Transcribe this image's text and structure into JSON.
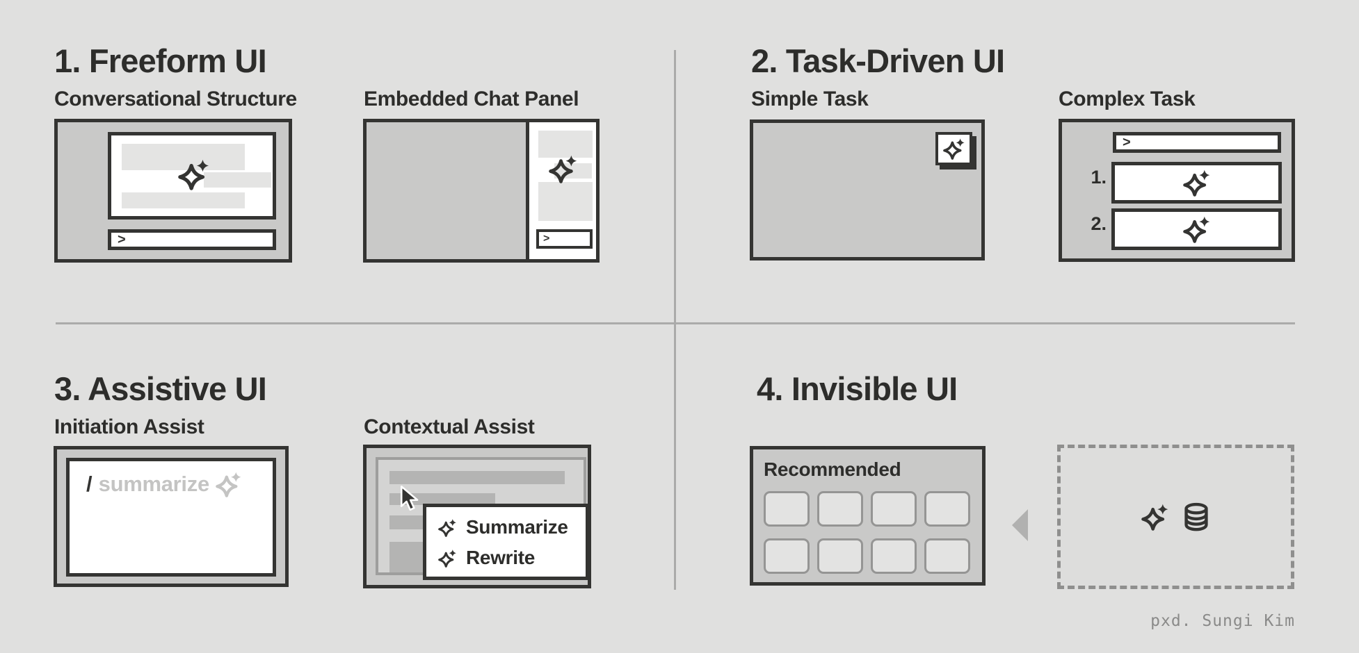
{
  "credit": "pxd. Sungi Kim",
  "colors": {
    "background": "#e0e0df",
    "ink": "#343432",
    "box_fill": "#c9c9c8",
    "divider": "#ababaa",
    "muted_text": "#c4c4c3"
  },
  "icons": {
    "sparkle": "✦",
    "database": "⛁",
    "cursor": "➤",
    "prev_triangle": "◀"
  },
  "sections": {
    "freeform": {
      "title": "1. Freeform UI",
      "conversational": {
        "label": "Conversational Structure",
        "prompt_glyph": ">"
      },
      "embedded": {
        "label": "Embedded Chat Panel",
        "prompt_glyph": ">"
      }
    },
    "task_driven": {
      "title": "2. Task-Driven UI",
      "simple": {
        "label": "Simple Task"
      },
      "complex": {
        "label": "Complex Task",
        "prompt_glyph": ">",
        "steps": [
          {
            "num": "1."
          },
          {
            "num": "2."
          }
        ]
      }
    },
    "assistive": {
      "title": "3. Assistive UI",
      "initiation": {
        "label": "Initiation Assist",
        "slash": "/",
        "command": "summarize"
      },
      "contextual": {
        "label": "Contextual Assist",
        "menu_items": [
          {
            "label": "Summarize"
          },
          {
            "label": "Rewrite"
          }
        ]
      }
    },
    "invisible": {
      "title": "4. Invisible UI",
      "recommended": {
        "label": "Recommended"
      }
    }
  }
}
